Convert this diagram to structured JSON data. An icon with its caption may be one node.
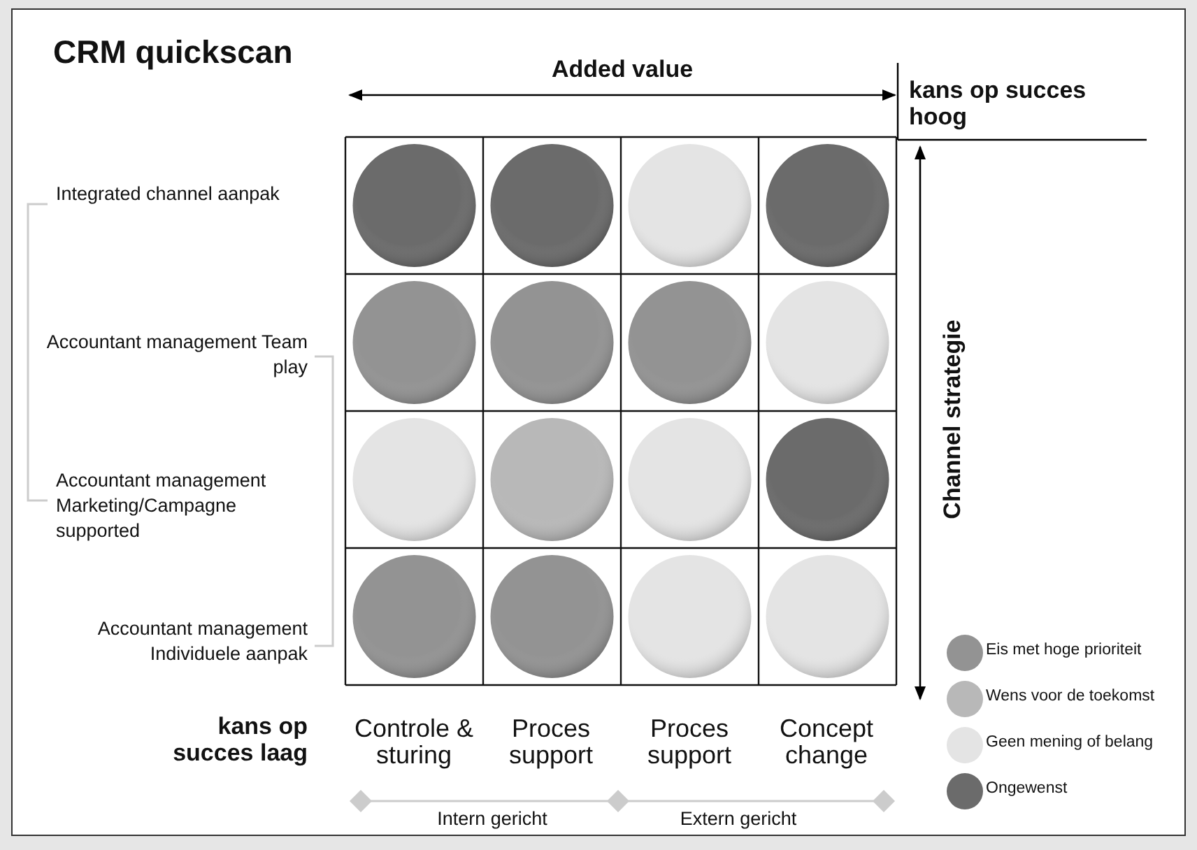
{
  "diagram": {
    "title": "CRM quickscan",
    "nodes": [
      {
        "text": [],
        "shape": "circle"
      },
      {
        "text": [],
        "shape": "circle"
      },
      {
        "text": [],
        "shape": "circle"
      },
      {
        "text": [],
        "shape": "circle"
      },
      {
        "text": [],
        "shape": "circle"
      },
      {
        "text": [],
        "shape": "circle"
      },
      {
        "text": [],
        "shape": "circle"
      },
      {
        "text": [],
        "shape": "circle"
      },
      {
        "text": [],
        "shape": "circle"
      },
      {
        "text": [],
        "shape": "circle"
      },
      {
        "text": [],
        "shape": "circle"
      },
      {
        "text": [],
        "shape": "circle"
      },
      {
        "text": [],
        "shape": "circle"
      },
      {
        "text": [],
        "shape": "circle"
      },
      {
        "text": [],
        "shape": "circle"
      },
      {
        "text": [],
        "shape": "circle"
      }
    ],
    "labels": [
      "Added value",
      "kans op succes hoog",
      "Integrated channel aanpak",
      "Accountant management Team play",
      "Channel strategie",
      "Accountant management Marketing/Campagne supported",
      "Accountant management Individuele aanpak",
      "kans op succes laag",
      "Controle & sturing",
      "Proces support",
      "Proces support",
      "Concept change",
      "Intern gericht",
      "Extern gericht"
    ],
    "legend": [
      {
        "text": "Eis met hoge prioriteit",
        "color": "#939393"
      },
      {
        "text": "Wens voor de toekomst",
        "color": "#b8b8b8"
      },
      {
        "text": "Geen mening of belang",
        "color": "#e4e4e4"
      },
      {
        "text": "Ongewenst",
        "color": "#6b6b6b"
      }
    ]
  }
}
